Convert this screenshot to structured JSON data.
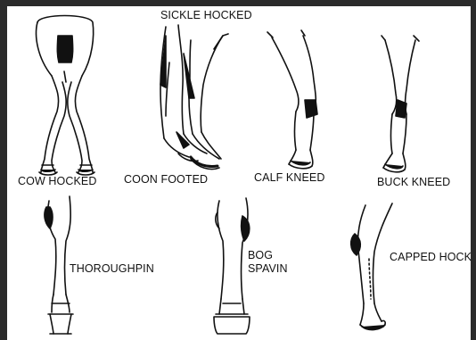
{
  "labels": {
    "sickle_hocked": "SICKLE HOCKED",
    "cow_hocked": "COW HOCKED",
    "coon_footed": "COON FOOTED",
    "calf_kneed": "CALF KNEED",
    "buck_kneed": "BUCK KNEED",
    "thoroughpin": "THOROUGHPIN",
    "bog_spavin_line1": "BOG",
    "bog_spavin_line2": "SPAVIN",
    "capped_hock": "CAPPED HOCK"
  },
  "colors": {
    "frame": "#2b2b2b",
    "ink": "#111111",
    "background": "#ffffff"
  }
}
